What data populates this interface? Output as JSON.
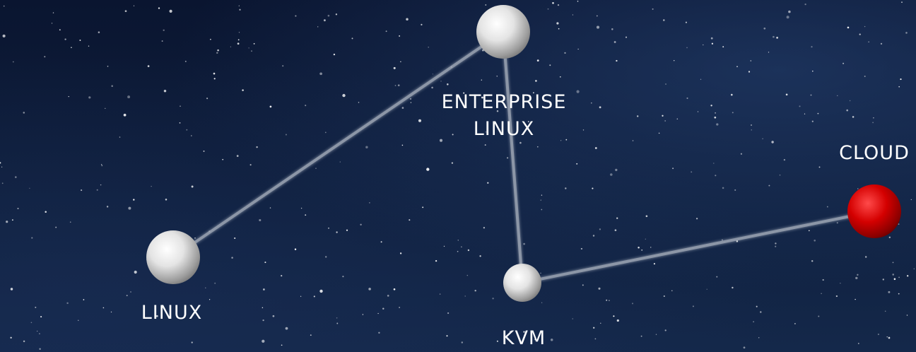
{
  "diagram": {
    "nodes": [
      {
        "id": "linux",
        "label": "LINUX",
        "color": "#e6e6e6"
      },
      {
        "id": "enterprise-linux",
        "label_lines": [
          "ENTERPRISE",
          "LINUX"
        ],
        "color": "#e6e6e6"
      },
      {
        "id": "kvm",
        "label": "KVM",
        "color": "#e6e6e6"
      },
      {
        "id": "cloud",
        "label": "CLOUD",
        "color": "#d40000"
      }
    ],
    "edges": [
      {
        "from": "linux",
        "to": "enterprise-linux"
      },
      {
        "from": "enterprise-linux",
        "to": "kvm"
      },
      {
        "from": "kvm",
        "to": "cloud"
      }
    ],
    "background_color": "#0d1a33",
    "line_color": "#9aa3b2"
  }
}
